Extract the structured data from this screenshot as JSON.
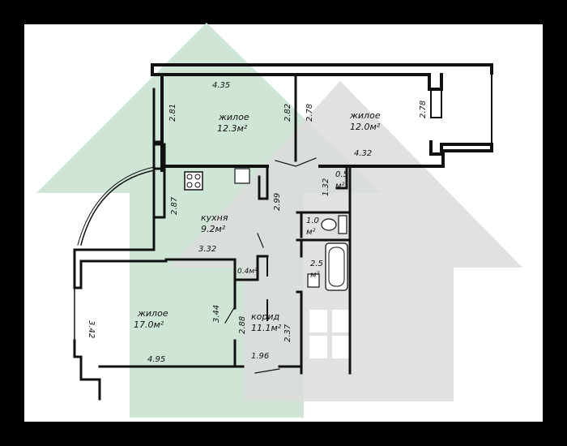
{
  "rooms": [
    {
      "name": "жилое",
      "area": "12.3м²"
    },
    {
      "name": "жилое",
      "area": "12.0м²"
    },
    {
      "name": "кухня",
      "area": "9.2м²"
    },
    {
      "name": "жилое",
      "area": "17.0м²"
    },
    {
      "name": "корид",
      "area": "11.1м²"
    }
  ],
  "small_rooms": [
    "0.5",
    "1.0",
    "2.5",
    "0.4м²"
  ],
  "small_units": [
    "м²",
    "м²",
    "м²"
  ],
  "dims": [
    "4.35",
    "2.81",
    "2.82",
    "2.78",
    "2.78",
    "4.32",
    "1.32",
    "2.99",
    "2.87",
    "3.32",
    "3.42",
    "3.44",
    "2.88",
    "2.37",
    "4.95",
    "1.96"
  ],
  "colors": {
    "background": "#000000",
    "paper": "#ffffff",
    "wall": "#111111",
    "green_logo": "#cfe6d6",
    "grey_logo": "#dcdcdc"
  }
}
